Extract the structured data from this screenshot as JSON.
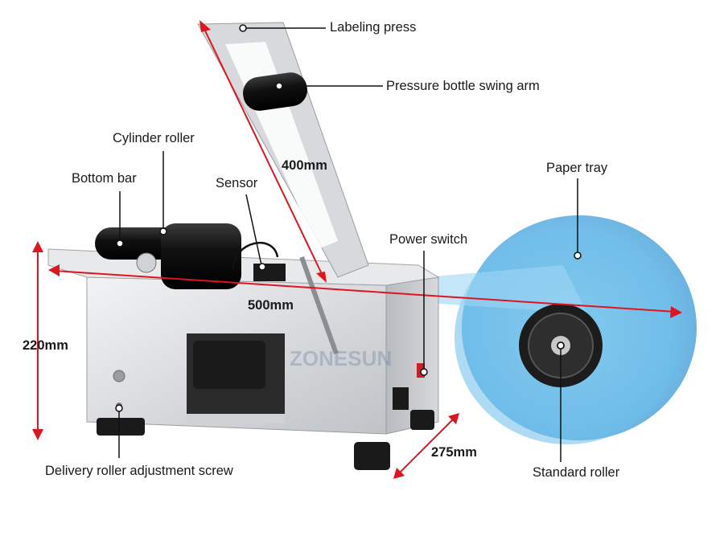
{
  "labels": {
    "labeling_press": "Labeling press",
    "pressure_bottle_swing_arm": "Pressure bottle swing arm",
    "cylinder_roller": "Cylinder roller",
    "bottom_bar": "Bottom bar",
    "sensor": "Sensor",
    "paper_tray": "Paper tray",
    "power_switch": "Power switch",
    "delivery_roller_adjustment_screw": "Delivery roller adjustment screw",
    "standard_roller": "Standard roller"
  },
  "dimensions": {
    "arm_length": "400mm",
    "length": "500mm",
    "height": "220mm",
    "depth": "275mm"
  },
  "watermark": "ZONESUN",
  "colors": {
    "dimension_arrow": "#e0141e",
    "callout_line": "#111111",
    "reel": "#5aaee3",
    "body_metal": "#dcdee1"
  }
}
